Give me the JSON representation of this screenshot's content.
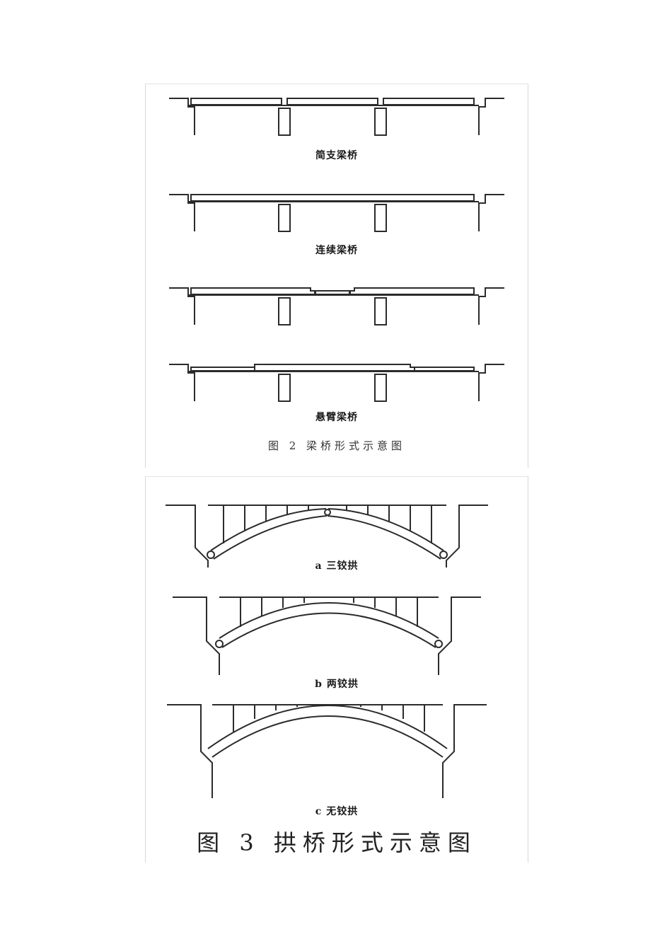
{
  "figure2": {
    "labels": {
      "simple": "简支梁桥",
      "continuous": "连续梁桥",
      "cantilever": "悬臂梁桥"
    },
    "caption": "图 2   梁桥形式示意图"
  },
  "figure3": {
    "labels": {
      "three_hinged": "a  三铰拱",
      "two_hinged": "b  两铰拱",
      "hingeless": "c  无铰拱"
    },
    "caption": "图 3   拱桥形式示意图"
  },
  "colors": {
    "line": "#2b2b2b",
    "background": "#ffffff"
  }
}
